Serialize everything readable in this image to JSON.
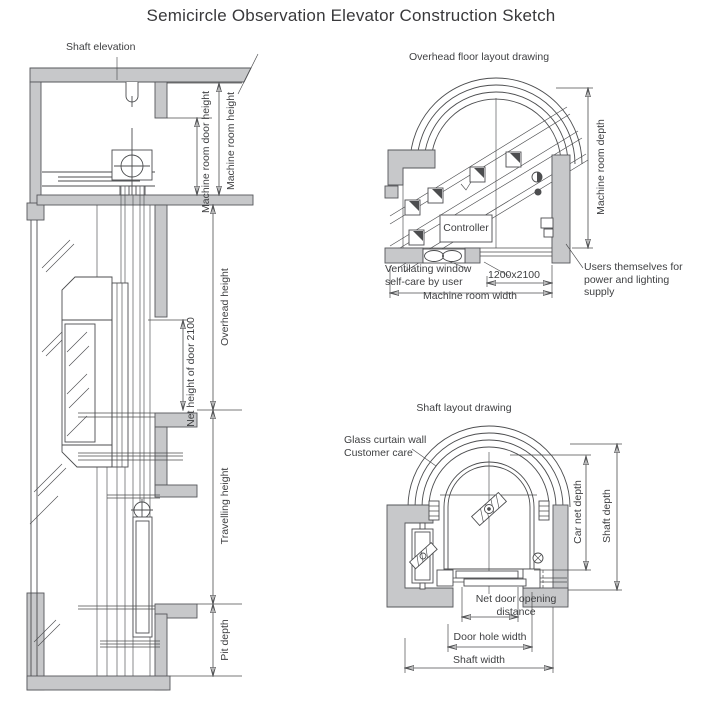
{
  "title": "Semicircle Observation Elevator Construction Sketch",
  "elevation": {
    "label": "Shaft elevation",
    "dims": {
      "machine_room_door_height": "Machine room door height",
      "machine_room_height": "Machine room height",
      "overhead_height": "Overhead height",
      "net_door_height": "Net height of door 2100",
      "travelling_height": "Travelling height",
      "pit_depth": "Pit depth"
    }
  },
  "overhead_plan": {
    "title": "Overhead floor layout drawing",
    "controller_label": "Controller",
    "vent_note": "Ventilating window\nself-care by user",
    "power_note": "Users themselves for\npower and lighting supply",
    "dims": {
      "machine_room_depth": "Machine room depth",
      "machine_room_width": "Machine room width",
      "door_size": "1200x2100"
    }
  },
  "shaft_plan": {
    "title": "Shaft layout drawing",
    "glass_note": "Glass curtain wall\nCustomer care",
    "dims": {
      "car_net_depth": "Car net depth",
      "shaft_depth": "Shaft depth",
      "net_door_opening": "Net door opening\ndistance",
      "door_hole_width": "Door hole width",
      "shaft_width": "Shaft width"
    }
  },
  "colors": {
    "wall_fill": "#c7c8ca",
    "line": "#4c4d4f",
    "text": "#3e3f41",
    "background": "#ffffff"
  }
}
